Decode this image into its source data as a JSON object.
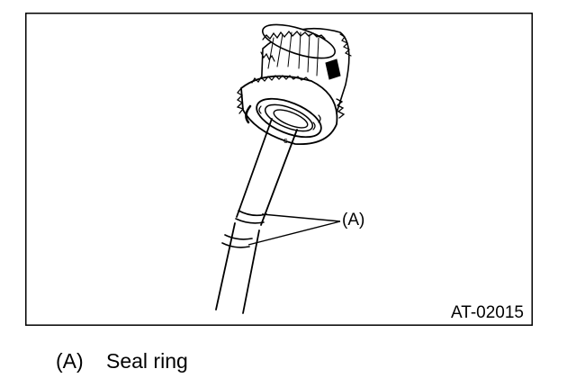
{
  "figure": {
    "callout_label": "(A)",
    "figure_code": "AT-02015"
  },
  "legend": {
    "key": "(A)",
    "text": "Seal ring"
  }
}
